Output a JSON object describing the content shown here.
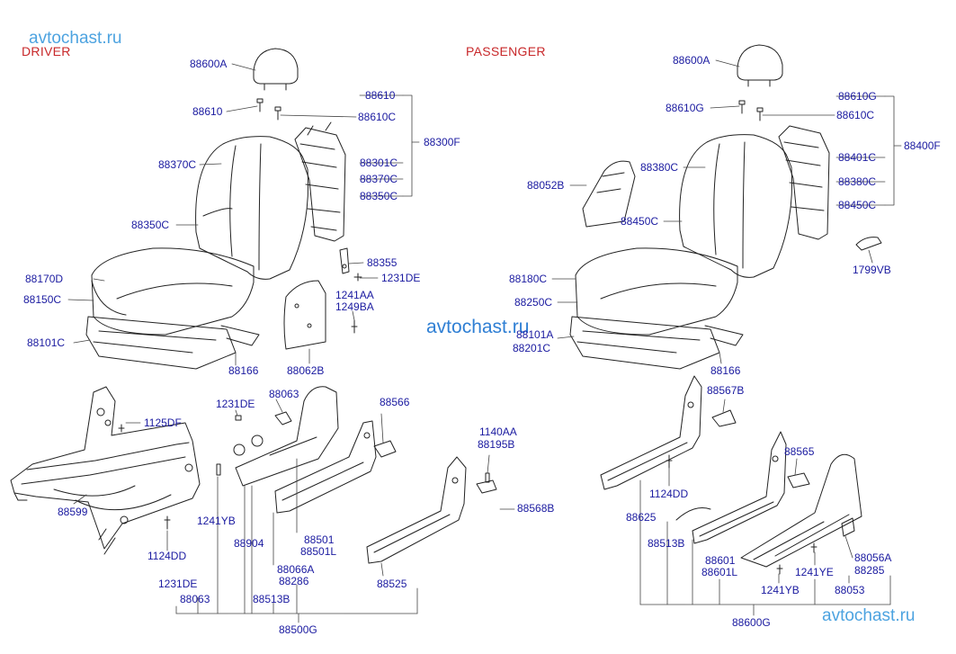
{
  "watermarks": {
    "top": "avtochast.ru",
    "middle": "avtochast.ru",
    "bottom": "avtochast.ru"
  },
  "sections": {
    "driver": "DRIVER",
    "passenger": "PASSENGER"
  },
  "driver_labels": {
    "a88600A": "88600A",
    "a88610": "88610",
    "a88610b": "88610",
    "a88610C": "88610C",
    "a88300F": "88300F",
    "a88370C_left": "88370C",
    "a88301C": "88301C",
    "a88370C": "88370C",
    "a88350C_right": "88350C",
    "a88350C_left": "88350C",
    "a88355": "88355",
    "a1231DE": "1231DE",
    "a88170D": "88170D",
    "a88150C": "88150C",
    "a1241AA": "1241AA",
    "a1249BA": "1249BA",
    "a88101C": "88101C",
    "a88166": "88166",
    "a88062B": "88062B",
    "a1231DE_b": "1231DE",
    "a88063": "88063",
    "a88566": "88566",
    "a1125DF": "1125DF",
    "a1140AA": "1140AA",
    "a88195B": "88195B",
    "a88599": "88599",
    "a1241YB": "1241YB",
    "a88568B": "88568B",
    "a1124DD": "1124DD",
    "a88904": "88904",
    "a88501": "88501",
    "a88501L": "88501L",
    "a88066A": "88066A",
    "a88286": "88286",
    "a88525": "88525",
    "a1231DE_c": "1231DE",
    "a88063_b": "88063",
    "a88513B": "88513B",
    "a88500G": "88500G"
  },
  "passenger_labels": {
    "p88600A": "88600A",
    "p88610G_right": "88610G",
    "p88610G": "88610G",
    "p88610C": "88610C",
    "p88400F": "88400F",
    "p88380C": "88380C",
    "p88401C": "88401C",
    "p88052B": "88052B",
    "p88380C_right": "88380C",
    "p88450C": "88450C",
    "p88450C_right": "88450C",
    "p1799VB": "1799VB",
    "p88180C": "88180C",
    "p88250C": "88250C",
    "p88101A": "88101A",
    "p88201C": "88201C",
    "p88166": "88166",
    "p88567B": "88567B",
    "p88565": "88565",
    "p1124DD": "1124DD",
    "p88625": "88625",
    "p88513B": "88513B",
    "p88601": "88601",
    "p88601L": "88601L",
    "p88056A": "88056A",
    "p88285": "88285",
    "p1241YE": "1241YE",
    "p1241YB": "1241YB",
    "p88053": "88053",
    "p88600G": "88600G"
  },
  "colors": {
    "label_text": "#1a1aa0",
    "section_header": "#c8282a",
    "watermark": "#4da3e0",
    "line_art": "#222222"
  }
}
